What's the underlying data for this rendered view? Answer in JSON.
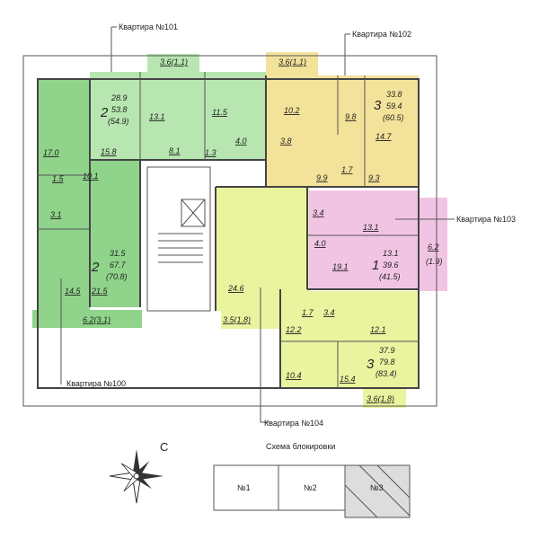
{
  "apartments": {
    "a100": {
      "label": "Квартира №100",
      "rooms": "2",
      "living": "31.5",
      "total": "67.7",
      "total_bal": "(70.8)",
      "color": "#8fd48a",
      "areas": [
        "17.0",
        "15.8",
        "1.5",
        "10.1",
        "3.1",
        "14.5",
        "21.5"
      ],
      "balcony": "6.2(3.1)"
    },
    "a101": {
      "label": "Квартира №101",
      "rooms": "2",
      "living": "28.9",
      "total": "53.8",
      "total_bal": "(54.9)",
      "color": "#b7e6b0",
      "areas": [
        "13.1",
        "11.5",
        "8.1",
        "4.0",
        "1.3"
      ],
      "balcony": "3.6(1.1)"
    },
    "a102": {
      "label": "Квартира №102",
      "rooms": "3",
      "living": "33.8",
      "total": "59.4",
      "total_bal": "(60.5)",
      "color": "#f3e29a",
      "areas": [
        "10.2",
        "9.8",
        "14.7",
        "3.8",
        "9.9",
        "1.7",
        "9.3"
      ],
      "balcony": "3.6(1.1)"
    },
    "a103": {
      "label": "Квартира №103",
      "rooms": "1",
      "living": "13.1",
      "total": "39.6",
      "total_bal": "(41.5)",
      "color": "#f2c4e4",
      "areas": [
        "3.4",
        "13.1",
        "4.0",
        "19.1"
      ],
      "balcony_a": "6.2",
      "balcony_b": "(1.9)"
    },
    "a104": {
      "label": "Квартира №104",
      "area": "24.6",
      "balcony": "3.5(1.8)",
      "color": "#eaf39e"
    },
    "a105": {
      "rooms": "3",
      "living": "37.9",
      "total": "79.8",
      "total_bal": "(83.4)",
      "color": "#eaf39e",
      "areas": [
        "1.7",
        "3.4",
        "12.2",
        "12.1",
        "10.4",
        "15.4"
      ],
      "balcony": "3.6(1.8)"
    }
  },
  "scheme": {
    "title": "Схема блокировки",
    "sections": [
      "№1",
      "№2",
      "№3"
    ]
  },
  "compass": {
    "north_letter": "С"
  }
}
